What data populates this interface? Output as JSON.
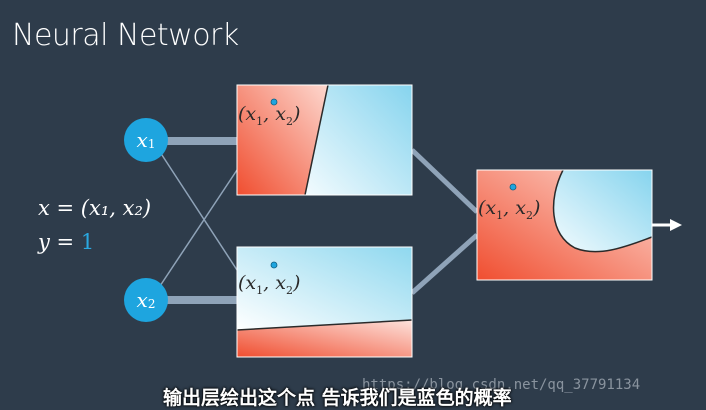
{
  "title": "Neural Network",
  "equations": {
    "x_line": "x = (x₁, x₂)",
    "y_prefix": "y = ",
    "y_value": "1"
  },
  "inputs": [
    {
      "symbol": "x",
      "subscript": "1"
    },
    {
      "symbol": "x",
      "subscript": "2"
    }
  ],
  "point_label": {
    "open": "(x",
    "sub1": "1",
    "mid": ", x",
    "sub2": "2",
    "close": ")"
  },
  "colors": {
    "background": "#2e3c4b",
    "node": "#1ea5df",
    "red": "#f05a3c",
    "blue": "#8fd8ef",
    "connection": "#8fa3b8"
  },
  "subtitle": "输出层绘出这个点 告诉我们是蓝色的概率",
  "watermark": "https://blog.csdn.net/qq_37791134"
}
